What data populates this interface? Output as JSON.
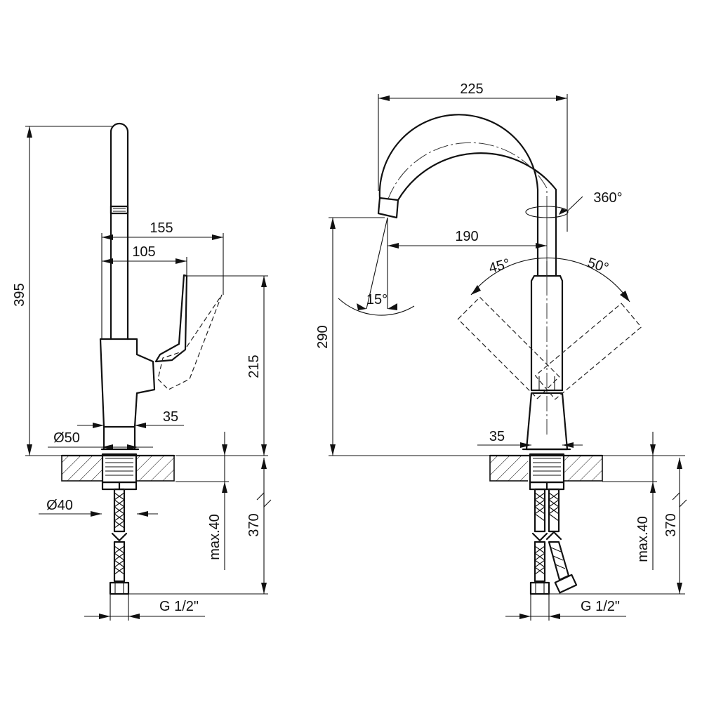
{
  "dimensions": {
    "side_view": {
      "overall_height": "395",
      "lever_reach": "155",
      "spout_to_lever": "105",
      "lever_height": "215",
      "body_offset": "35",
      "base_diameter": "Ø50",
      "hole_diameter": "Ø40",
      "max_deck_thickness": "max.40",
      "hose_length": "370",
      "thread": "G 1/2\""
    },
    "front_view": {
      "spout_reach": "225",
      "swivel_angle": "360°",
      "outlet_reach": "190",
      "lever_left_angle": "45°",
      "lever_right_angle": "50°",
      "outlet_tilt": "15°",
      "outlet_height": "290",
      "body_offset": "35",
      "max_deck_thickness": "max.40",
      "hose_length": "370",
      "thread": "G 1/2\""
    }
  },
  "colors": {
    "line": "#111111",
    "background": "#ffffff"
  }
}
